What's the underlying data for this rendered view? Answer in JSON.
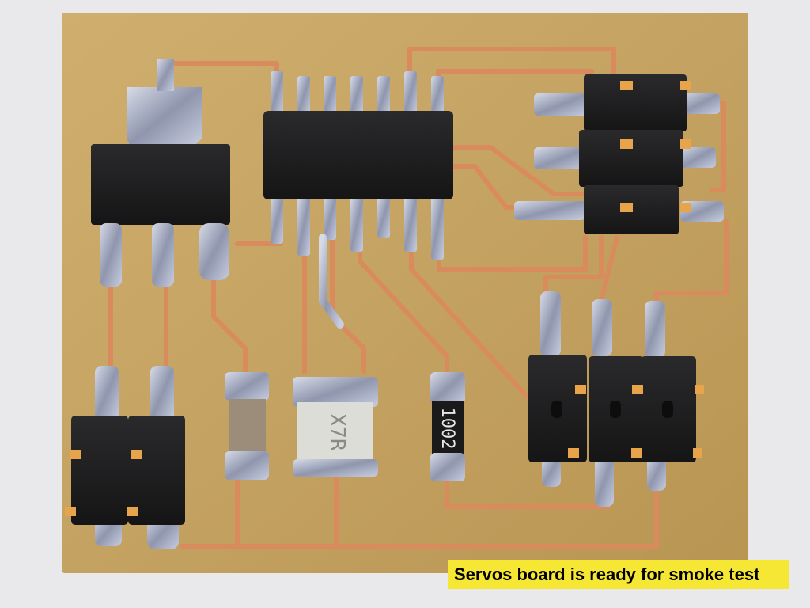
{
  "caption": {
    "text": "Servos board is ready for smoke test",
    "background": "#f5e733"
  },
  "board": {
    "substrate_color": "#c8a664",
    "trace_color": "#d88a5a",
    "solder_color": "#b9bfd2",
    "component_color": "#1d1d1f",
    "resistor_marking": "1002",
    "capacitor_marking": "X7R"
  }
}
